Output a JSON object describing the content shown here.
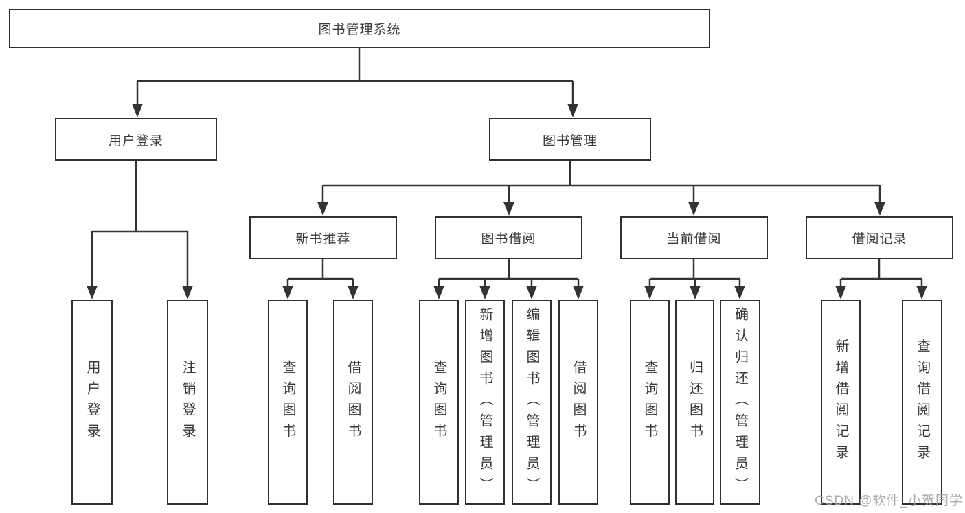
{
  "diagram": {
    "root": {
      "label": "图书管理系统"
    },
    "branches": [
      {
        "label": "用户登录",
        "leaves": [
          {
            "label": "用户登录"
          },
          {
            "label": "注销登录"
          }
        ]
      },
      {
        "label": "图书管理",
        "groups": [
          {
            "label": "新书推荐",
            "leaves": [
              {
                "label": "查询图书"
              },
              {
                "label": "借阅图书"
              }
            ]
          },
          {
            "label": "图书借阅",
            "leaves": [
              {
                "label": "查询图书"
              },
              {
                "label": "新增图书（管理员）"
              },
              {
                "label": "编辑图书（管理员）"
              },
              {
                "label": "借阅图书"
              }
            ]
          },
          {
            "label": "当前借阅",
            "leaves": [
              {
                "label": "查询图书"
              },
              {
                "label": "归还图书"
              },
              {
                "label": "确认归还（管理员）"
              }
            ]
          },
          {
            "label": "借阅记录",
            "leaves": [
              {
                "label": "新增借阅记录"
              },
              {
                "label": "查询借阅记录"
              }
            ]
          }
        ]
      }
    ]
  },
  "watermark": {
    "text": "CSDN @软件_小贺同学"
  },
  "colors": {
    "line": "#333333",
    "box_border": "#2f2f2f",
    "text": "#3a3a3a",
    "watermark_text": "#a5a5a5",
    "background": "#ffffff"
  }
}
